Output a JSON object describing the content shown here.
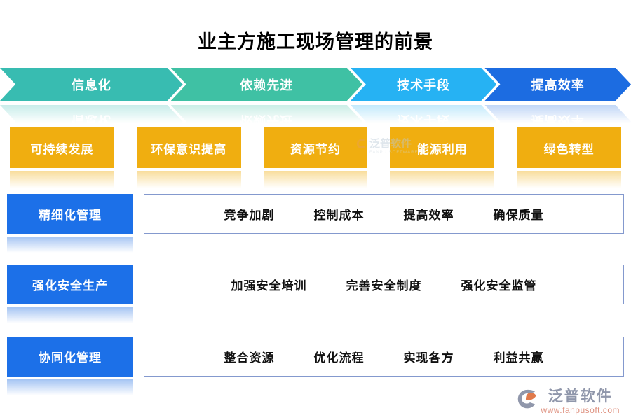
{
  "title": "业主方施工现场管理的前景",
  "flow": {
    "segments": [
      {
        "label": "信息化"
      },
      {
        "label": "依赖先进"
      },
      {
        "label": "技术手段"
      },
      {
        "label": "提高效率"
      }
    ]
  },
  "benefits": [
    "可持续发展",
    "环保意识提高",
    "资源节约",
    "能源利用",
    "绿色转型"
  ],
  "rows": [
    {
      "label": "精细化管理",
      "items": [
        "竞争加剧",
        "控制成本",
        "提高效率",
        "确保质量"
      ]
    },
    {
      "label": "强化安全生产",
      "items": [
        "加强安全培训",
        "完善安全制度",
        "强化安全监管"
      ]
    },
    {
      "label": "协同化管理",
      "items": [
        "整合资源",
        "优化流程",
        "实现各方",
        "利益共赢"
      ]
    }
  ],
  "watermark": {
    "name": "泛普软件",
    "sub": "FANPU SOFTWARE"
  },
  "brand": {
    "name": "泛普软件",
    "url": "www.fanpusoft.com"
  },
  "colors": {
    "seg1": "#38BCB1",
    "seg2": "#3FC1A4",
    "seg3": "#26B2F3",
    "seg4": "#1C6CE1",
    "yellow": "#F0AE10",
    "blue": "#1C70E8",
    "panel_border": "#8499CE",
    "text_dark": "#111111",
    "brand_gray": "#9097AB",
    "brand_orange": "#DE8F7D"
  }
}
